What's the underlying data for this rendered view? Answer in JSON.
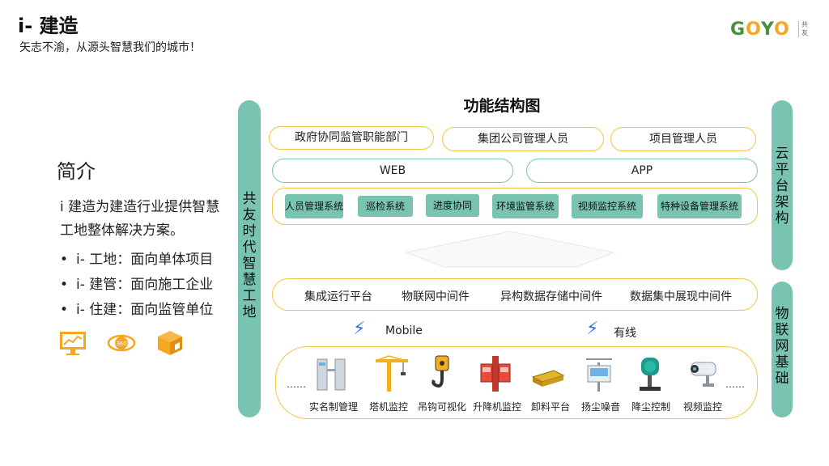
{
  "header": {
    "title": "i- 建造",
    "subtitle": "矢志不渝，从源头智慧我们的城市！"
  },
  "logo": {
    "brand_left": "G",
    "brand_o1": "O",
    "brand_y": "Y",
    "brand_o2": "O",
    "sub": "共友"
  },
  "intro": {
    "heading": "简介",
    "text": "i 建造为建造行业提供智慧工地整体解决方案。",
    "bullets": [
      "i- 工地：面向单体项目",
      "i- 建管：面向施工企业",
      "i- 住建：面向监管单位"
    ]
  },
  "left_bar": {
    "chars": [
      "共",
      "友",
      "时",
      "代",
      "智",
      "慧",
      "工",
      "地"
    ]
  },
  "right_top_bar": {
    "chars": [
      "云",
      "平",
      "台",
      "架",
      "构"
    ]
  },
  "right_bottom_bar": {
    "chars": [
      "物",
      "联",
      "网",
      "基",
      "础"
    ]
  },
  "diagram": {
    "title": "功能结构图",
    "users": [
      "政府协同监管职能部门",
      "集团公司管理人员",
      "项目管理人员"
    ],
    "clients": [
      "WEB",
      "APP"
    ],
    "modules": [
      "人员管理系统",
      "巡检系统",
      "进度协同",
      "环境监管系统",
      "视频监控系统",
      "特种设备管理系统"
    ],
    "middleware": [
      "集成运行平台",
      "物联网中间件",
      "异构数据存储中间件",
      "数据集中展现中间件"
    ],
    "connections": [
      "Mobile",
      "有线"
    ],
    "devices": [
      "实名制管理",
      "塔机监控",
      "吊钩可视化",
      "升降机监控",
      "卸料平台",
      "扬尘噪音",
      "降尘控制",
      "视频监控"
    ],
    "ellipsis": "……"
  },
  "colors": {
    "accent_green": "#79c4b1",
    "accent_yellow": "#f4c542",
    "bolt_blue": "#3a6fd8",
    "icon_orange": "#f5a623"
  }
}
